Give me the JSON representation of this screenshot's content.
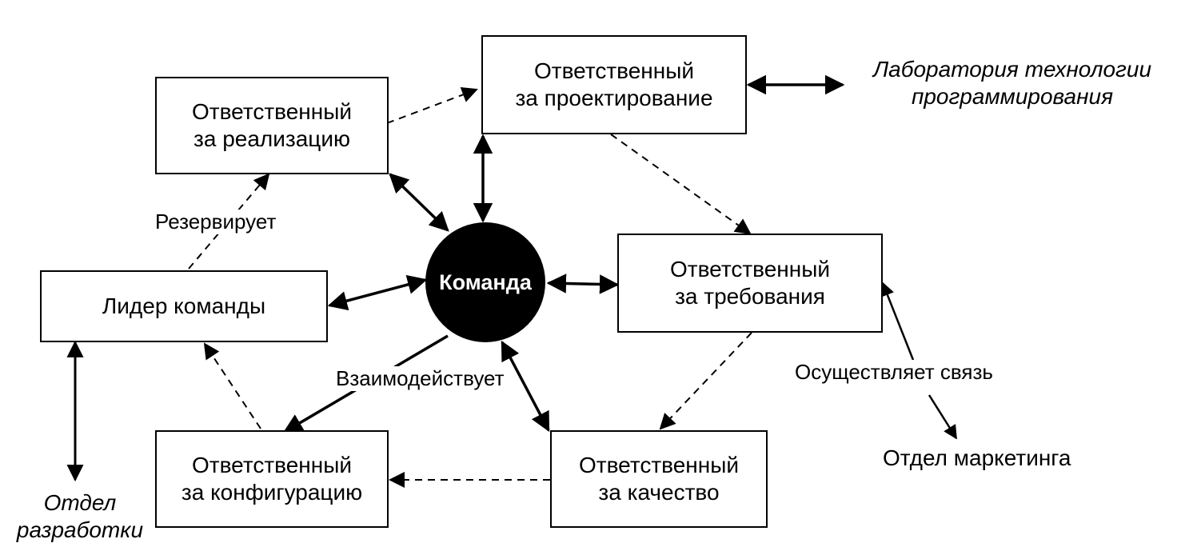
{
  "diagram": {
    "hub": {
      "label": "Команда"
    },
    "roles": {
      "implementation": {
        "line1": "Ответственный",
        "line2": "за реализацию"
      },
      "design": {
        "line1": "Ответственный",
        "line2": "за проектирование"
      },
      "requirements": {
        "line1": "Ответственный",
        "line2": "за требования"
      },
      "leader": {
        "line1": "Лидер команды"
      },
      "configuration": {
        "line1": "Ответственный",
        "line2": "за конфигурацию"
      },
      "quality": {
        "line1": "Ответственный",
        "line2": "за качество"
      }
    },
    "external": {
      "lab": {
        "line1": "Лаборатория технологии",
        "line2": "программирования"
      },
      "dev_department": {
        "line1": "Отдел",
        "line2": "разработки"
      },
      "marketing": {
        "line1": "Отдел маркетинга"
      }
    },
    "labels": {
      "reserves": "Резервирует",
      "interacts": "Взаимодействует",
      "liaises": "Осуществляет связь"
    }
  }
}
